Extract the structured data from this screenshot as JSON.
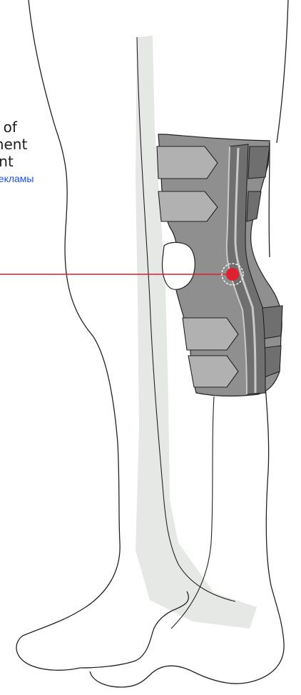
{
  "caption": {
    "line1": "e of",
    "line2": "ment",
    "line3": "ent"
  },
  "ad_link": "рекламы",
  "colors": {
    "brace_fill": "#8f8f8f",
    "strap_fill": "#b1b1b1",
    "splint_fill": "#6f6f6f",
    "outline": "#222222",
    "shadow": "#e6e8e6",
    "marker_line": "#d8202f",
    "marker_dot": "#e0202f"
  },
  "icons": {
    "marker": "hotspot-dot-icon"
  }
}
